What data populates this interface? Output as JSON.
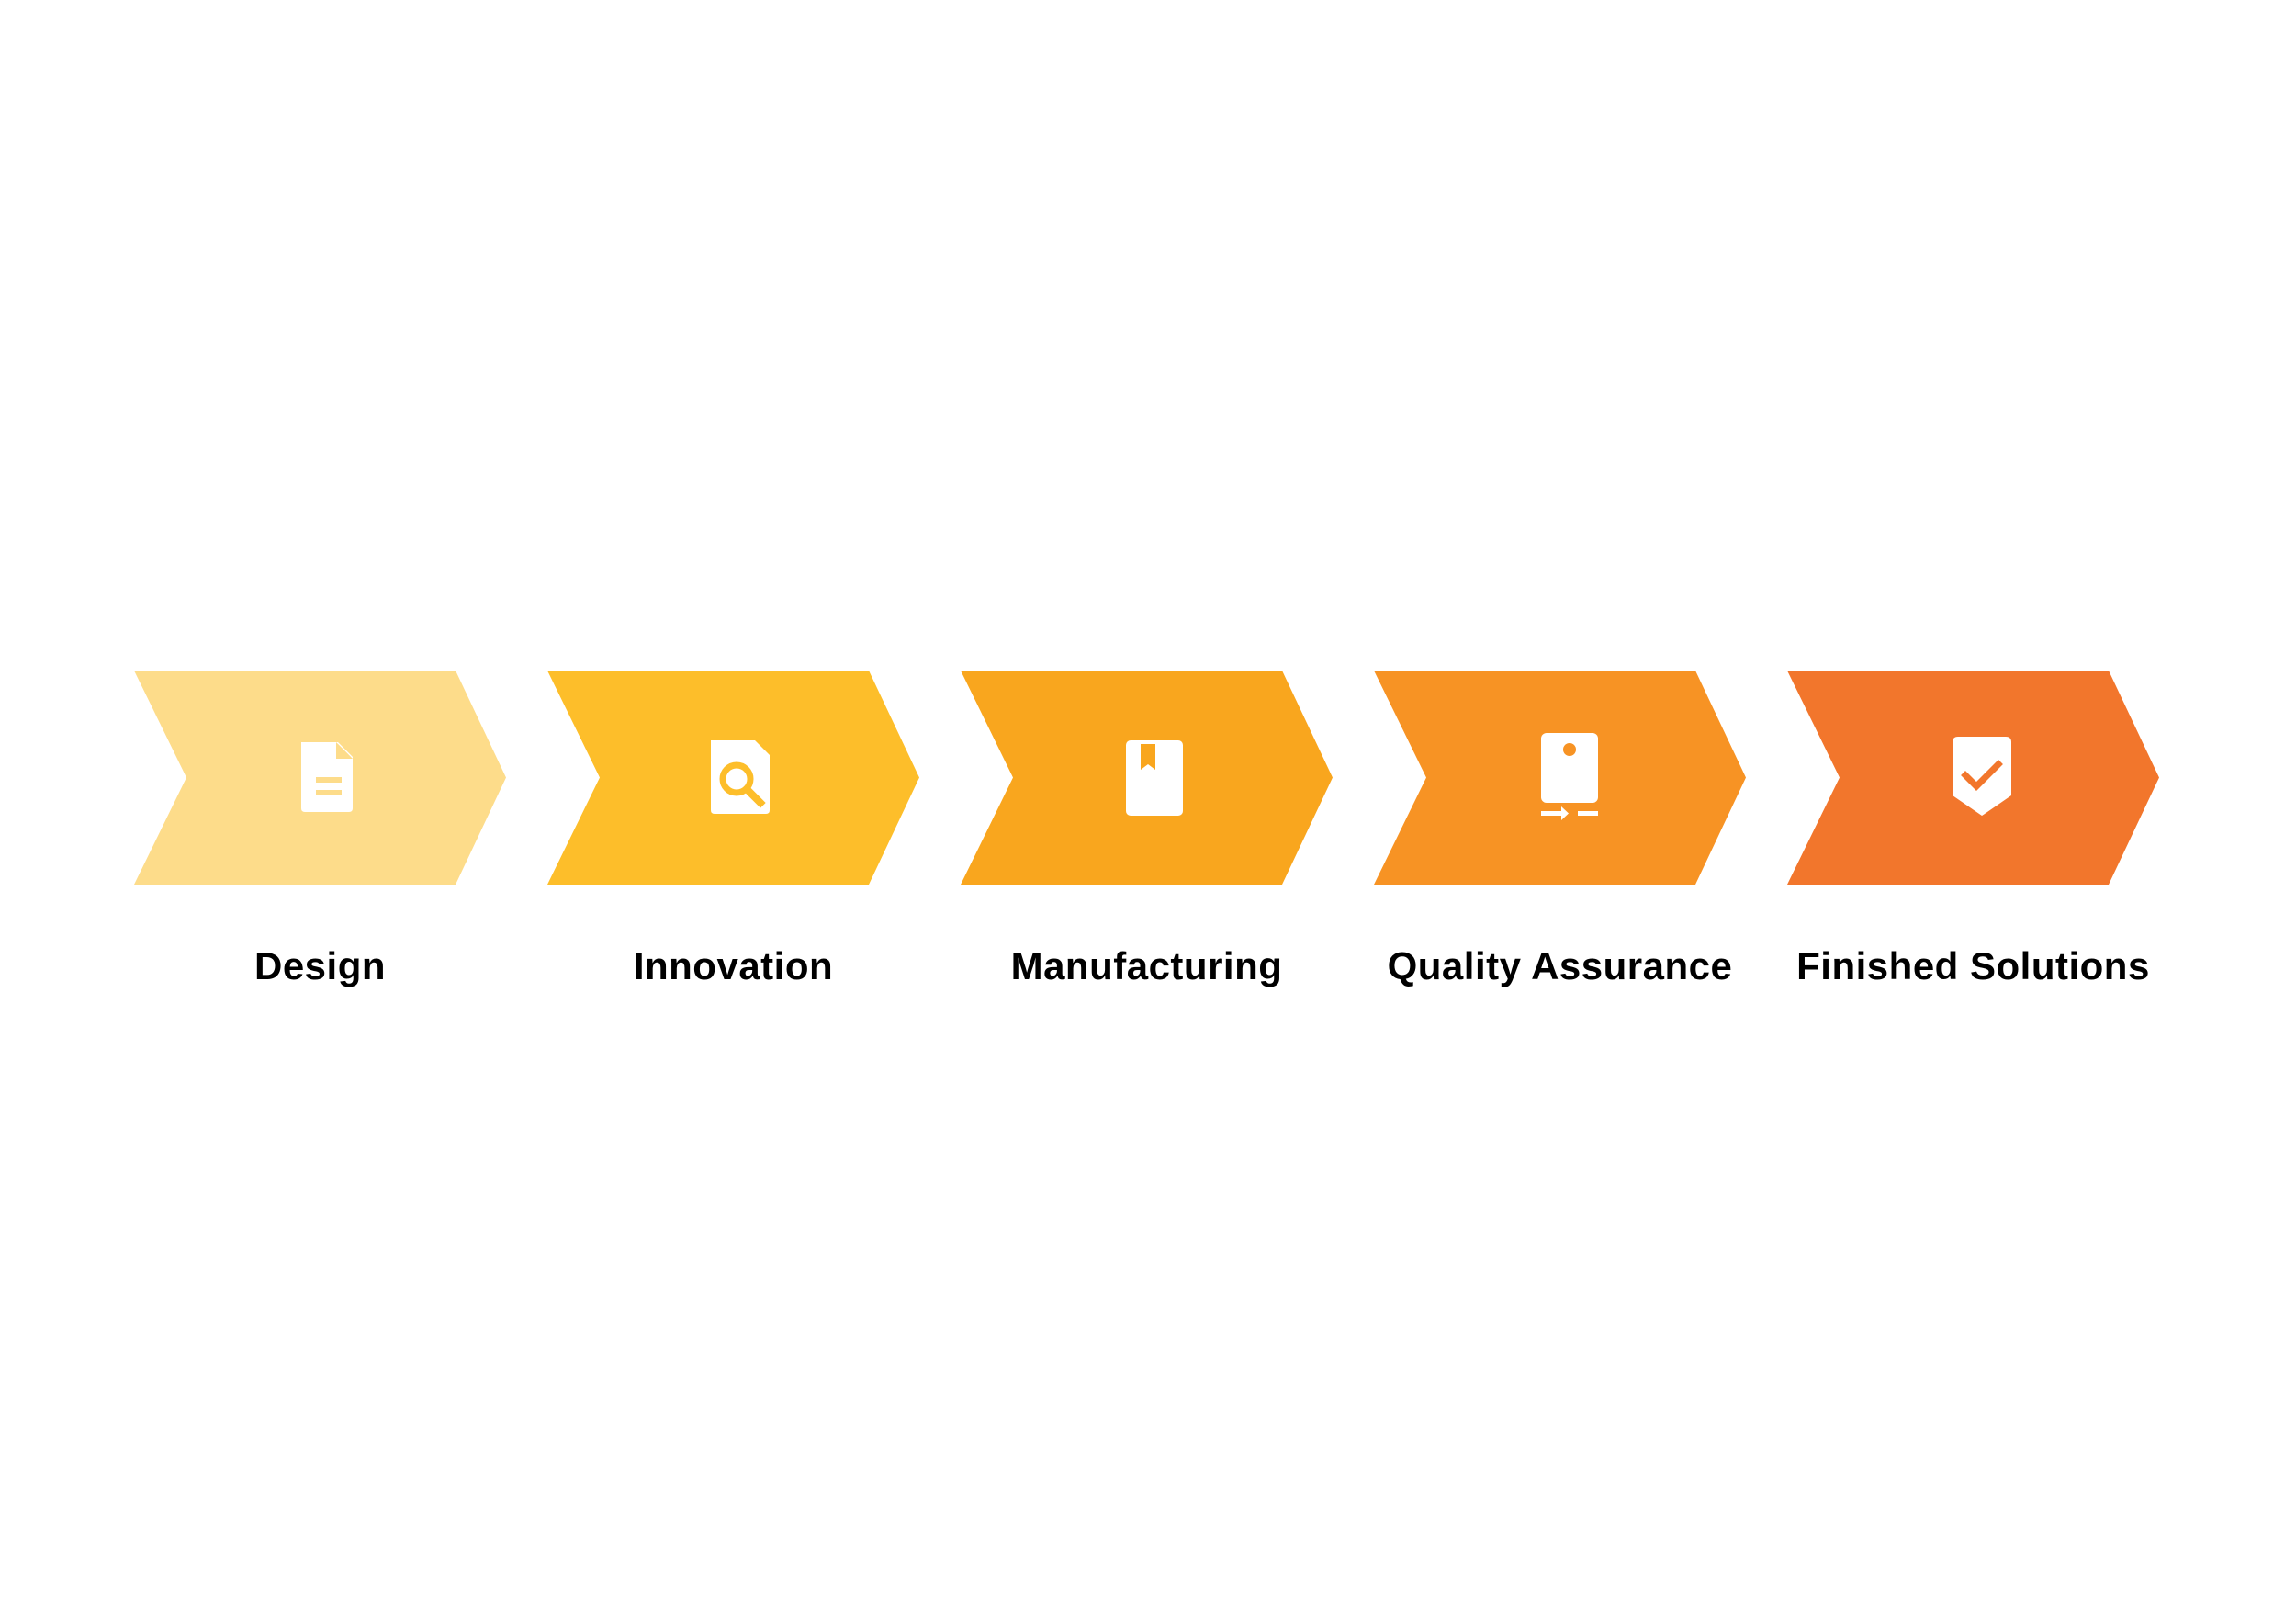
{
  "process": {
    "steps": [
      {
        "label": "Design",
        "color": "#FDDC8A",
        "icon": "document-icon"
      },
      {
        "label": "Innovation",
        "color": "#FDBE2A",
        "icon": "search-document-icon"
      },
      {
        "label": "Manufacturing",
        "color": "#F9A61E",
        "icon": "bookmark-book-icon"
      },
      {
        "label": "Quality Assurance",
        "color": "#F79324",
        "icon": "device-transfer-icon"
      },
      {
        "label": "Finished Solutions",
        "color": "#F2762C",
        "icon": "shield-check-icon"
      }
    ]
  }
}
